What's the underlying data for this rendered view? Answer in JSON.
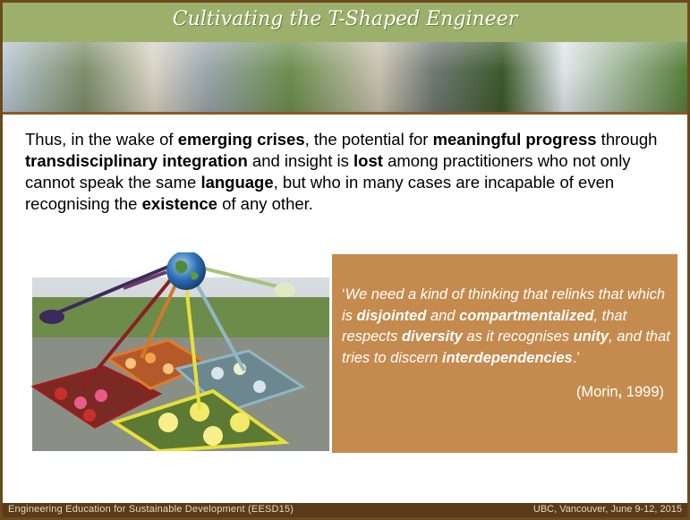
{
  "title": "Cultivating the T-Shaped Engineer",
  "body": {
    "p1": "Thus, in the wake of ",
    "b1": "emerging crises",
    "p2": ", the potential for ",
    "b2": "meaningful progress",
    "p3": " through ",
    "b3": "transdisciplinary integration",
    "p4": " and insight is ",
    "b4": "lost",
    "p5": " among practitioners who not only cannot speak the same ",
    "b5": "language",
    "p6": ", but who in many cases are incapable of even recognising the ",
    "b6": "existence",
    "p7": " of any other."
  },
  "quote": {
    "q0": "‘",
    "q1": "We need a kind of thinking that relinks that which is ",
    "qb1": "disjointed",
    "q2": " and ",
    "qb2": "compartmentalized",
    "q3": ", that respects ",
    "qb3": "diversity",
    "q4": " as it recognises ",
    "qb4": "unity",
    "q5": ", and that tries to discern ",
    "qb5": "interdependencies",
    "q6": ".’",
    "cite_open": "(Morin",
    "cite_sep": ", ",
    "cite_year": "1999)"
  },
  "footer": {
    "left": "Engineering Education for Sustainable Development (EESD15)",
    "right": "UBC, Vancouver, June 9-12, 2015"
  },
  "colors": {
    "title_band": "#9cb06b",
    "quote_box": "#c58a4e",
    "footer": "#5a3a18"
  }
}
